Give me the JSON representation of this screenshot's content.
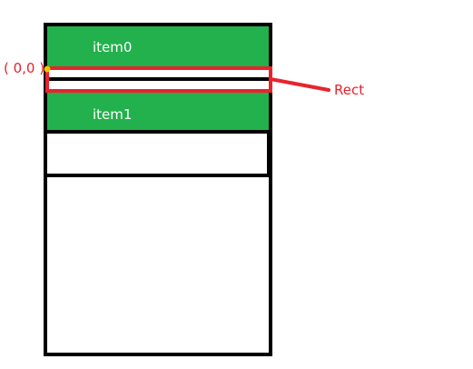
{
  "items": [
    {
      "label": "item0"
    },
    {
      "label": "item1"
    }
  ],
  "origin_label": "( 0,0 )",
  "rect_label": "Rect",
  "colors": {
    "item_fill": "#22b14c",
    "outline": "#000000",
    "highlight": "#e8232c",
    "origin_dot": "#f5c300"
  }
}
